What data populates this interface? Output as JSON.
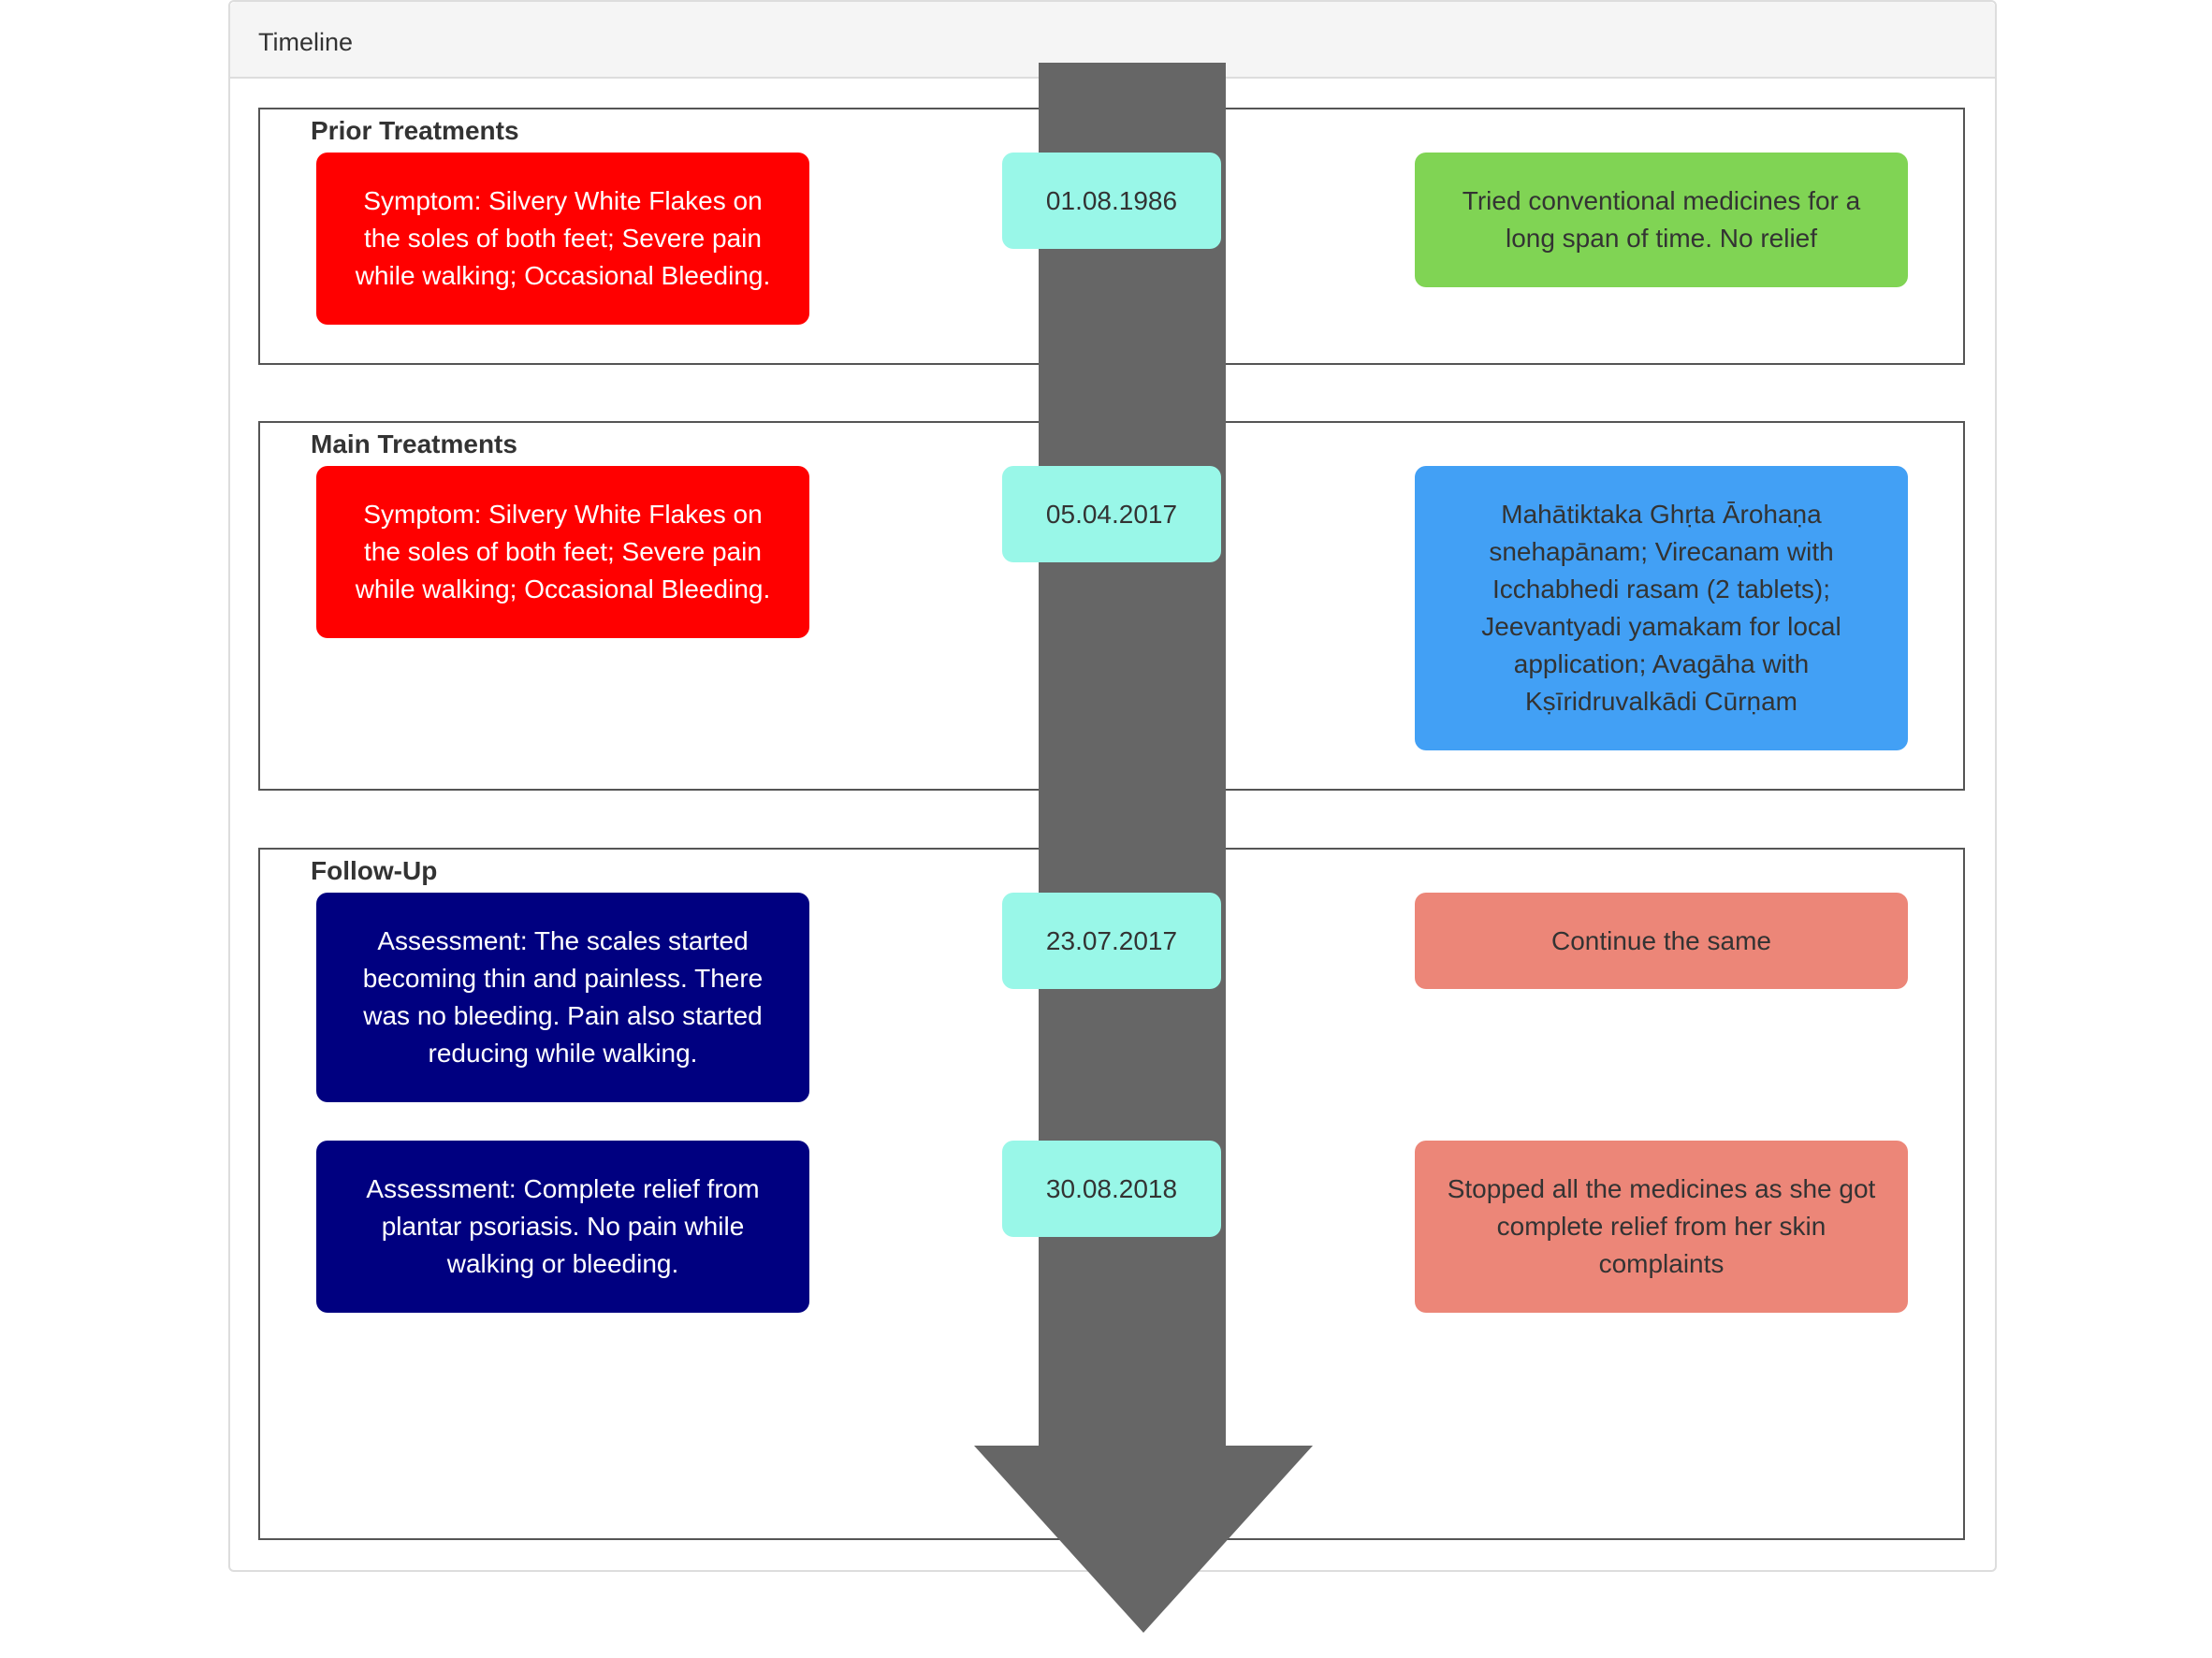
{
  "panel": {
    "title": "Timeline"
  },
  "sections": {
    "prior": {
      "title": "Prior Treatments"
    },
    "main": {
      "title": "Main Treatments"
    },
    "followup": {
      "title": "Follow-Up"
    }
  },
  "events": [
    {
      "date": "01.08.1986",
      "left_text": "Symptom: Silvery White Flakes on the soles of both feet; Severe pain while walking; Occasional Bleeding.",
      "right_text": "Tried conventional medicines for a long span of time. No relief"
    },
    {
      "date": "05.04.2017",
      "left_text": "Symptom: Silvery White Flakes on the soles of both feet; Severe pain while walking; Occasional Bleeding.",
      "right_text": "Mahātiktaka Ghṛta Ārohaṇa snehapānam; Virecanam with Icchabhedi rasam (2 tablets); Jeevantyadi yamakam for local application; Avagāha with Kṣīridruvalkādi Cūrṇam"
    },
    {
      "date": "23.07.2017",
      "left_text": "Assessment: The scales started becoming thin and painless. There was no bleeding. Pain also started reducing while walking.",
      "right_text": "Continue the same"
    },
    {
      "date": "30.08.2018",
      "left_text": "Assessment: Complete relief from plantar psoriasis. No pain while walking or bleeding.",
      "right_text": "Stopped all the medicines as she got complete relief from her skin complaints"
    }
  ],
  "colors": {
    "arrow": "#666666",
    "date": "#99f7e8",
    "symptom": "#ff0000",
    "assessment": "#000080",
    "prior_treatment": "#80d454",
    "main_treatment": "#42a0f5",
    "followup_treatment": "#ec8678"
  }
}
